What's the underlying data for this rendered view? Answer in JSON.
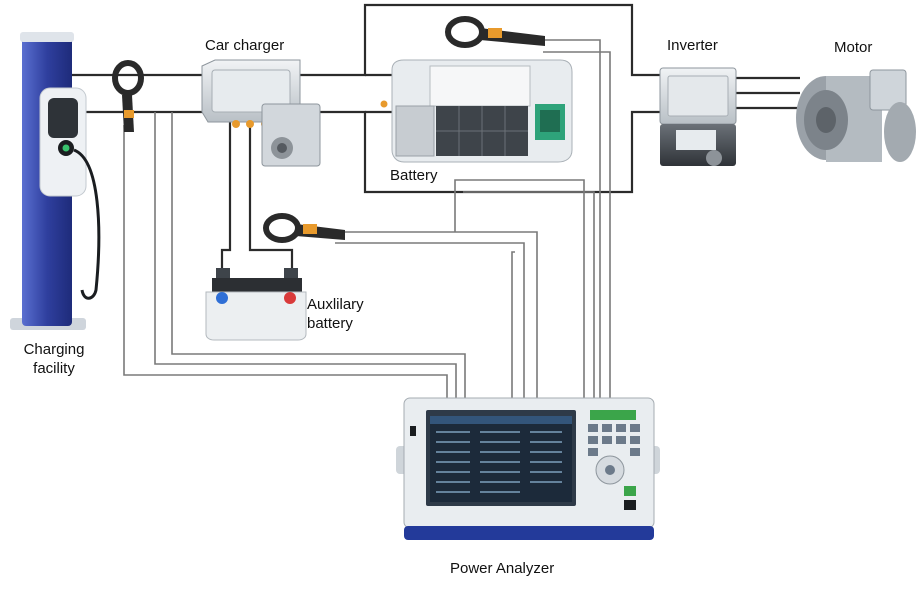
{
  "labels": {
    "charging_facility_line1": "Charging",
    "charging_facility_line2": "facility",
    "car_charger": "Car charger",
    "battery": "Battery",
    "inverter": "Inverter",
    "motor": "Motor",
    "auxiliary_battery_line1": "Auxlilary",
    "auxiliary_battery_line2": "battery",
    "power_analyzer": "Power Analyzer"
  },
  "colors": {
    "power_line": "#2b2b2b",
    "signal_line": "#7a7a7a",
    "charging_post_blue": "#2f3f9e",
    "clamp_orange": "#e89a2c",
    "device_light": "#dfe3e6",
    "device_dark": "#4a4f55",
    "screen": "#1c2a3a"
  },
  "icons": [
    "charging-post-icon",
    "current-clamp-icon",
    "car-charger-icon",
    "battery-pack-icon",
    "inverter-icon",
    "motor-icon",
    "auxiliary-battery-icon",
    "power-analyzer-icon"
  ]
}
